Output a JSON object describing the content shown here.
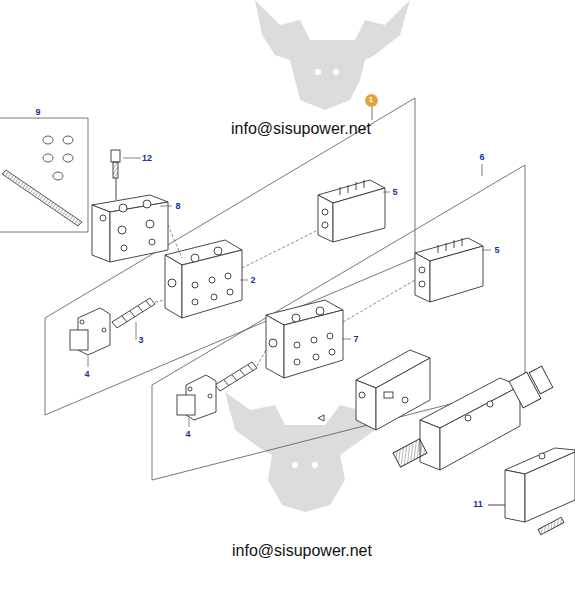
{
  "diagram": {
    "nodes": [
      {
        "text": [
          "1"
        ]
      }
    ],
    "labels": [
      "9",
      "12",
      "info@sisupower.net",
      "8",
      "5",
      "6",
      "2",
      "5",
      "3",
      "7",
      "4",
      "4",
      "11",
      "info@sisupower.net"
    ]
  }
}
